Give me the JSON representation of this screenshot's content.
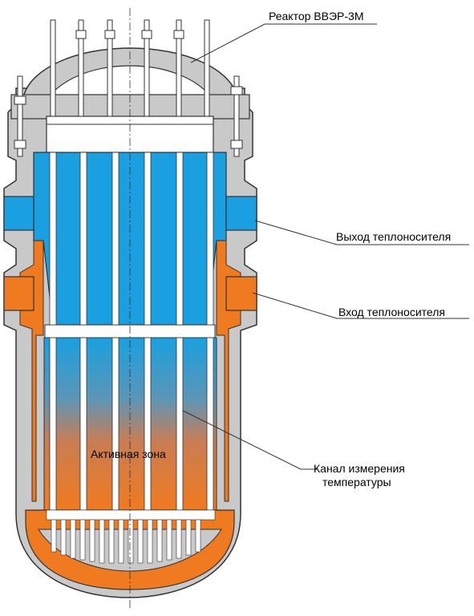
{
  "diagram": {
    "title": "Реактор ВВЭР-3М",
    "labels": {
      "outlet": "Выход теплоносителя",
      "inlet": "Вход теплоносителя",
      "channel_line1": "Канал измерения",
      "channel_line2": "температуры",
      "core": "Активная зона"
    },
    "colors": {
      "vessel_gray": "#c9c9c9",
      "coolant_blue": "#1aa0e0",
      "coolant_orange": "#f07a1f",
      "outline": "#333333"
    }
  }
}
